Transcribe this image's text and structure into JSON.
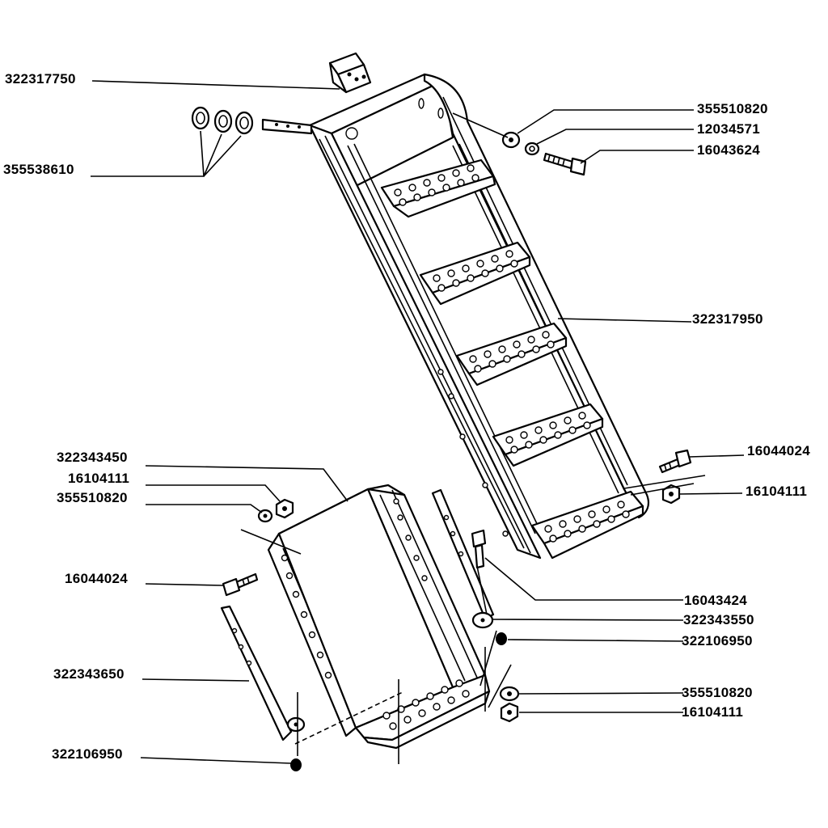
{
  "labels": {
    "l_322317750": "322317750",
    "l_355538610": "355538610",
    "l_355510820_top": "355510820",
    "l_12034571": "12034571",
    "l_16043624": "16043624",
    "l_322317950": "322317950",
    "l_16044024_right": "16044024",
    "l_16104111_right": "16104111",
    "l_322343450": "322343450",
    "l_16104111_left": "16104111",
    "l_355510820_left": "355510820",
    "l_16044024_left": "16044024",
    "l_16043424": "16043424",
    "l_322343550": "322343550",
    "l_322106950_right": "322106950",
    "l_355510820_bottom": "355510820",
    "l_16104111_bottom": "16104111",
    "l_322343650": "322343650",
    "l_322106950_left": "322106950"
  }
}
